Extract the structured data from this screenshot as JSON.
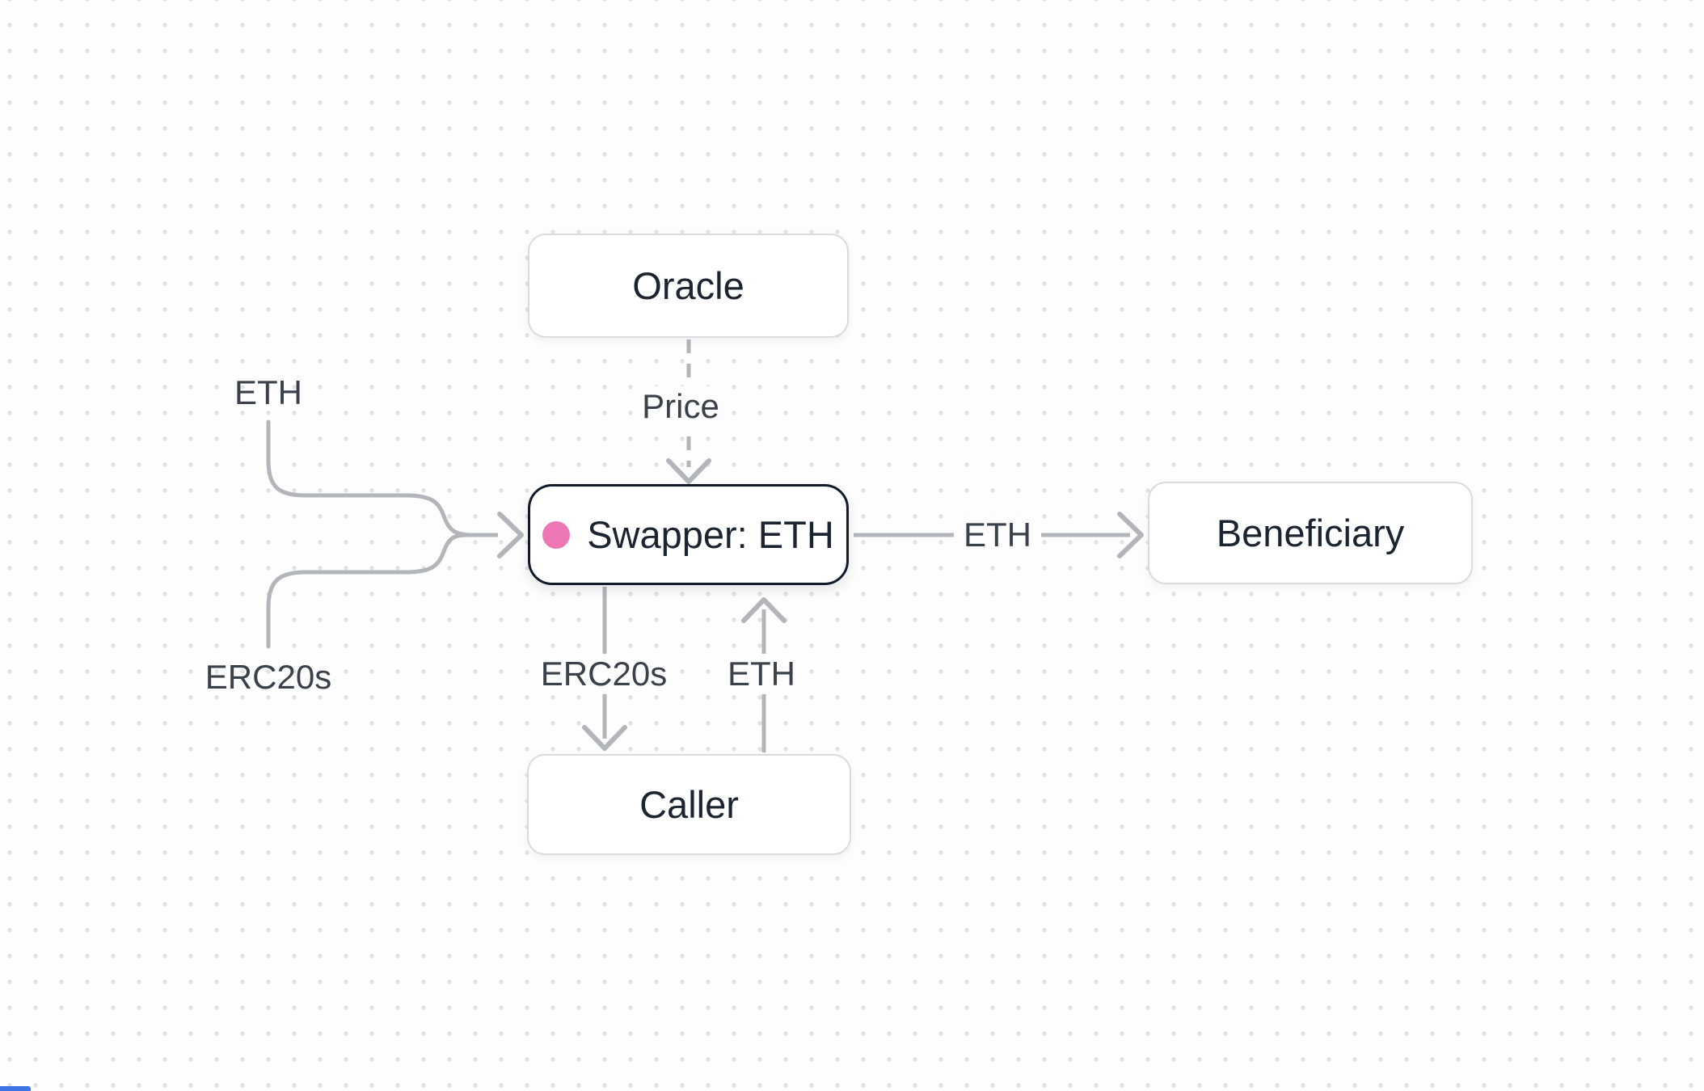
{
  "diagram": {
    "background_color": "#fdfdfd",
    "dot_grid_color": "#e2e2e4",
    "edge_color": "#b2b6bb",
    "node_border_color": "#d8dbe0",
    "highlight_node_border_color": "#121b2b",
    "text_color": "#1b2430",
    "label_text_color": "#3a414b",
    "accent_dot_color": "#ee77b6",
    "nodes": [
      {
        "id": "oracle",
        "label": "Oracle"
      },
      {
        "id": "swapper",
        "label": "Swapper: ETH"
      },
      {
        "id": "beneficiary",
        "label": "Beneficiary"
      },
      {
        "id": "caller",
        "label": "Caller"
      }
    ],
    "edges": [
      {
        "id": "oracle-to-swapper",
        "label": "Price",
        "style": "dashed"
      },
      {
        "id": "swapper-to-beneficiary",
        "label": "ETH",
        "style": "solid"
      },
      {
        "id": "swapper-to-caller",
        "label": "ERC20s",
        "style": "solid"
      },
      {
        "id": "caller-to-swapper",
        "label": "ETH",
        "style": "solid"
      },
      {
        "id": "eth-input-to-swapper",
        "label": "ETH",
        "style": "solid"
      },
      {
        "id": "erc20s-input-to-swapper",
        "label": "ERC20s",
        "style": "solid"
      }
    ]
  }
}
